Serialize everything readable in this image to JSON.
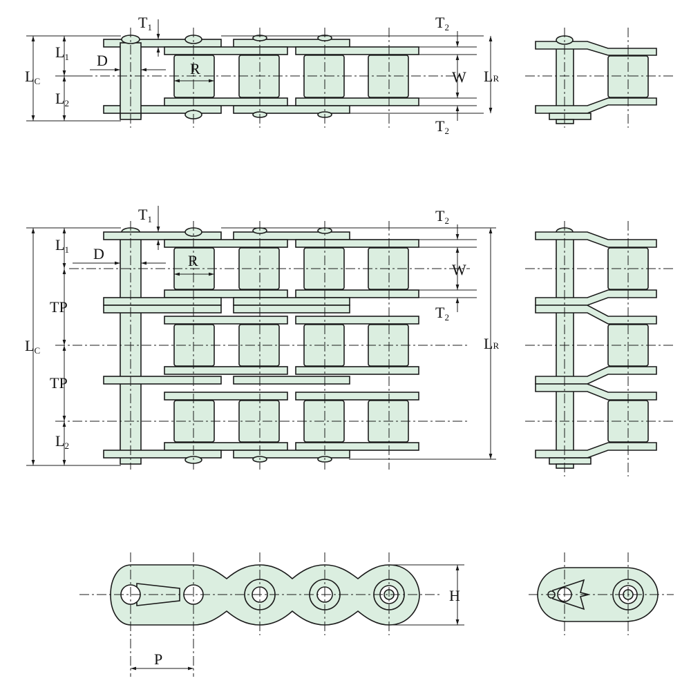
{
  "labels": {
    "T1": {
      "main": "T",
      "sub": "1"
    },
    "T2": {
      "main": "T",
      "sub": "2"
    },
    "L1": {
      "main": "L",
      "sub": "1"
    },
    "L2": {
      "main": "L",
      "sub": "2"
    },
    "LC": {
      "main": "L",
      "sub": "C"
    },
    "LR": {
      "main": "L",
      "sub": "R"
    },
    "D": "D",
    "R": "R",
    "W": "W",
    "TP": "TP",
    "H": "H",
    "P": "P"
  },
  "colors": {
    "fill": "#dbeee0",
    "stroke": "#1a1a1a"
  }
}
